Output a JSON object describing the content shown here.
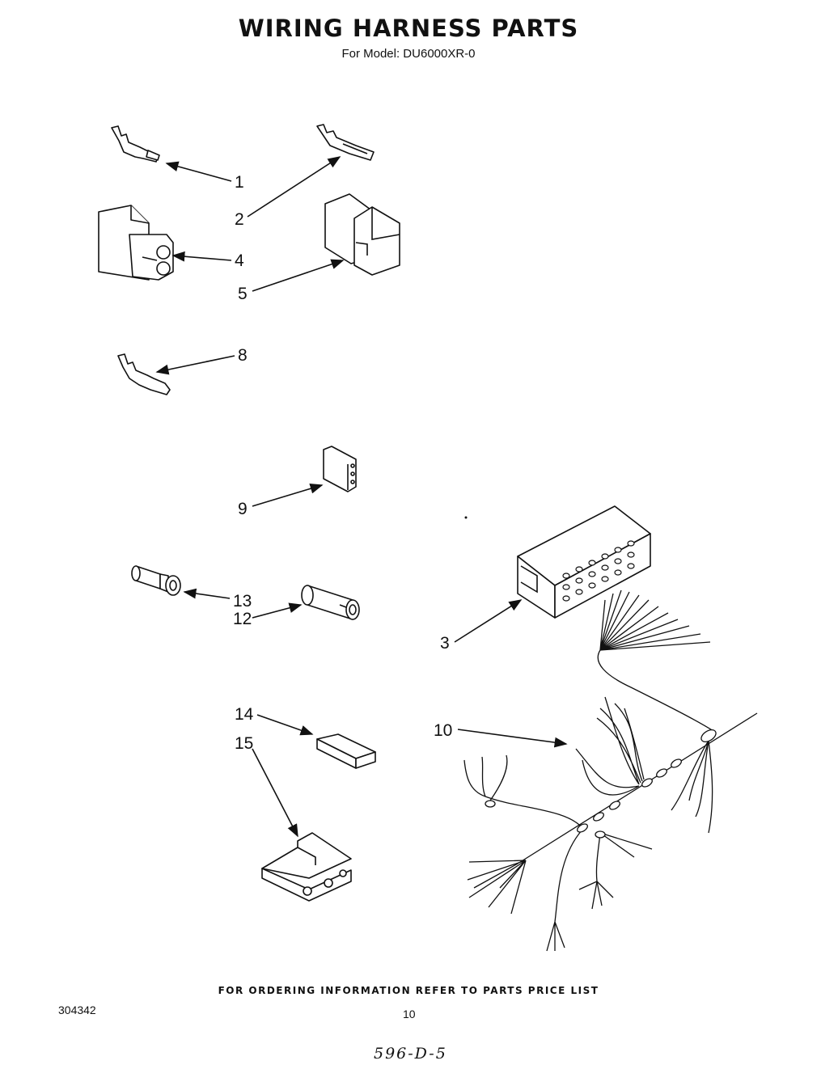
{
  "header": {
    "title": "WIRING HARNESS PARTS",
    "subtitle": "For Model: DU6000XR-0"
  },
  "callouts": {
    "c1": "1",
    "c2": "2",
    "c3": "3",
    "c4": "4",
    "c5": "5",
    "c8": "8",
    "c9": "9",
    "c10": "10",
    "c12": "12",
    "c13": "13",
    "c14": "14",
    "c15": "15"
  },
  "footer": {
    "ordering_note": "FOR ORDERING INFORMATION REFER TO PARTS PRICE LIST",
    "doc_number": "304342",
    "page_number": "10",
    "handwritten_code": "596-D-5"
  }
}
